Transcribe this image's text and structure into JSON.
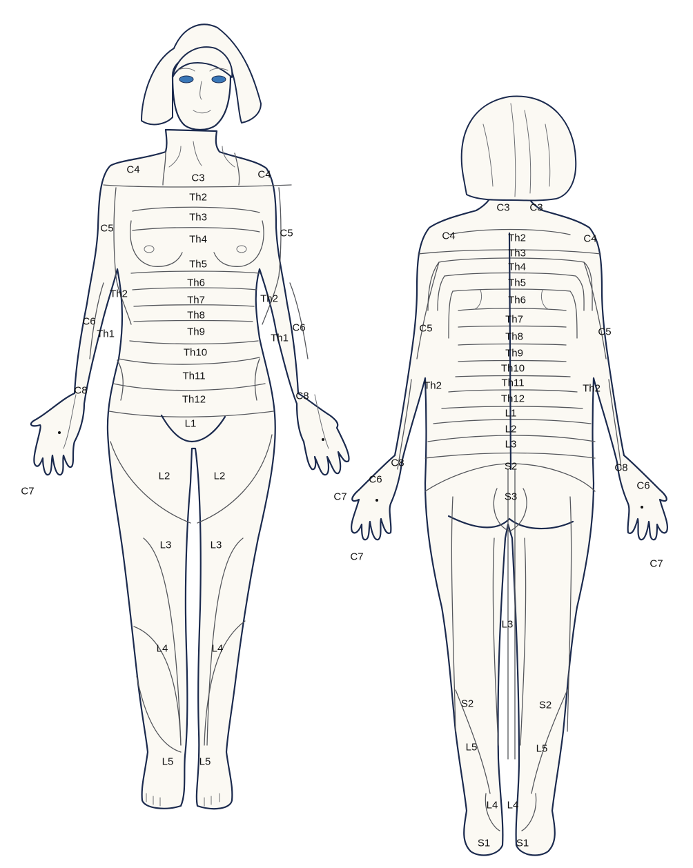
{
  "colors": {
    "outline": "#1b2a4e",
    "skin": "#fbf9f3",
    "line": "#55575c",
    "eye": "#3a77b8",
    "background": "#ffffff"
  },
  "front": {
    "c4_left": "C4",
    "c4_right": "C4",
    "c3": "C3",
    "th2": "Th2",
    "th3": "Th3",
    "th4": "Th4",
    "th5": "Th5",
    "th6": "Th6",
    "th7": "Th7",
    "th8": "Th8",
    "th9": "Th9",
    "th10": "Th10",
    "th11": "Th11",
    "th12": "Th12",
    "c5_left": "C5",
    "c5_right": "C5",
    "th2_arm_left": "Th2",
    "th2_arm_right": "Th2",
    "c6_left": "C6",
    "c6_right": "C6",
    "th1_left": "Th1",
    "th1_right": "Th1",
    "c8_left": "C8",
    "c8_right": "C8",
    "c7_left": "C7",
    "l1": "L1",
    "l2_left": "L2",
    "l2_right": "L2",
    "l3_left": "L3",
    "l3_right": "L3",
    "l4_left": "L4",
    "l4_right": "L4",
    "l5_left": "L5",
    "l5_right": "L5"
  },
  "back": {
    "c3_left": "C3",
    "c3_right": "C3",
    "c4_left": "C4",
    "c4_right": "C4",
    "th2": "Th2",
    "th3": "Th3",
    "th4": "Th4",
    "th5": "Th5",
    "th6": "Th6",
    "th7": "Th7",
    "th8": "Th8",
    "th9": "Th9",
    "th10": "Th10",
    "th11": "Th11",
    "th12": "Th12",
    "l1": "L1",
    "l2": "L2",
    "l3": "L3",
    "s2": "S2",
    "s3": "S3",
    "c5_left": "C5",
    "c5_right": "C5",
    "th2_arm_left": "Th2",
    "th2_arm_right": "Th2",
    "c8_left": "C8",
    "c8_right": "C8",
    "c6_left": "C6",
    "c6_right": "C6",
    "c7_left_upper": "C7",
    "c7_left_lower": "C7",
    "c7_right": "C7",
    "l3_leg": "L3",
    "s2_left": "S2",
    "s2_right": "S2",
    "l5_left": "L5",
    "l5_right": "L5",
    "l4_left": "L4",
    "l4_right": "L4",
    "s1_left": "S1",
    "s1_right": "S1"
  }
}
